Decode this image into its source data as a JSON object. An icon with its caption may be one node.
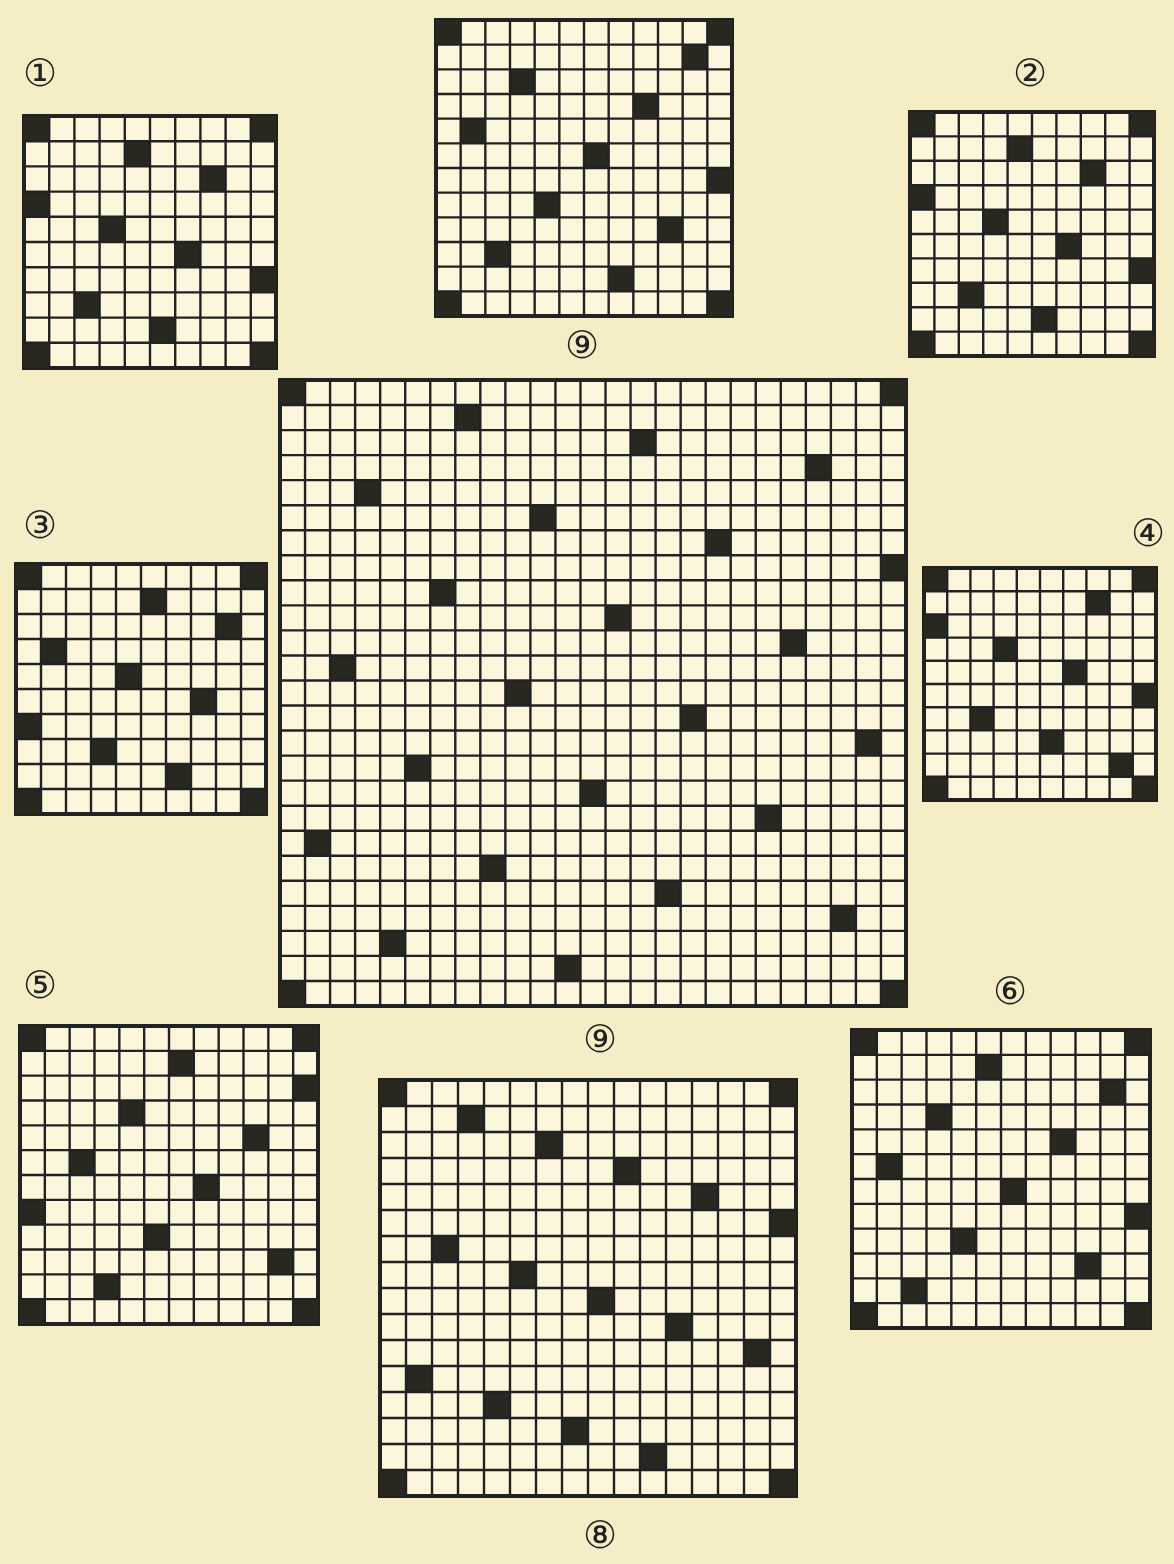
{
  "diagram": {
    "labels": [
      "①",
      "②",
      "⑨",
      "③",
      "④",
      "⑤",
      "⑥",
      "⑨",
      "⑧"
    ]
  }
}
